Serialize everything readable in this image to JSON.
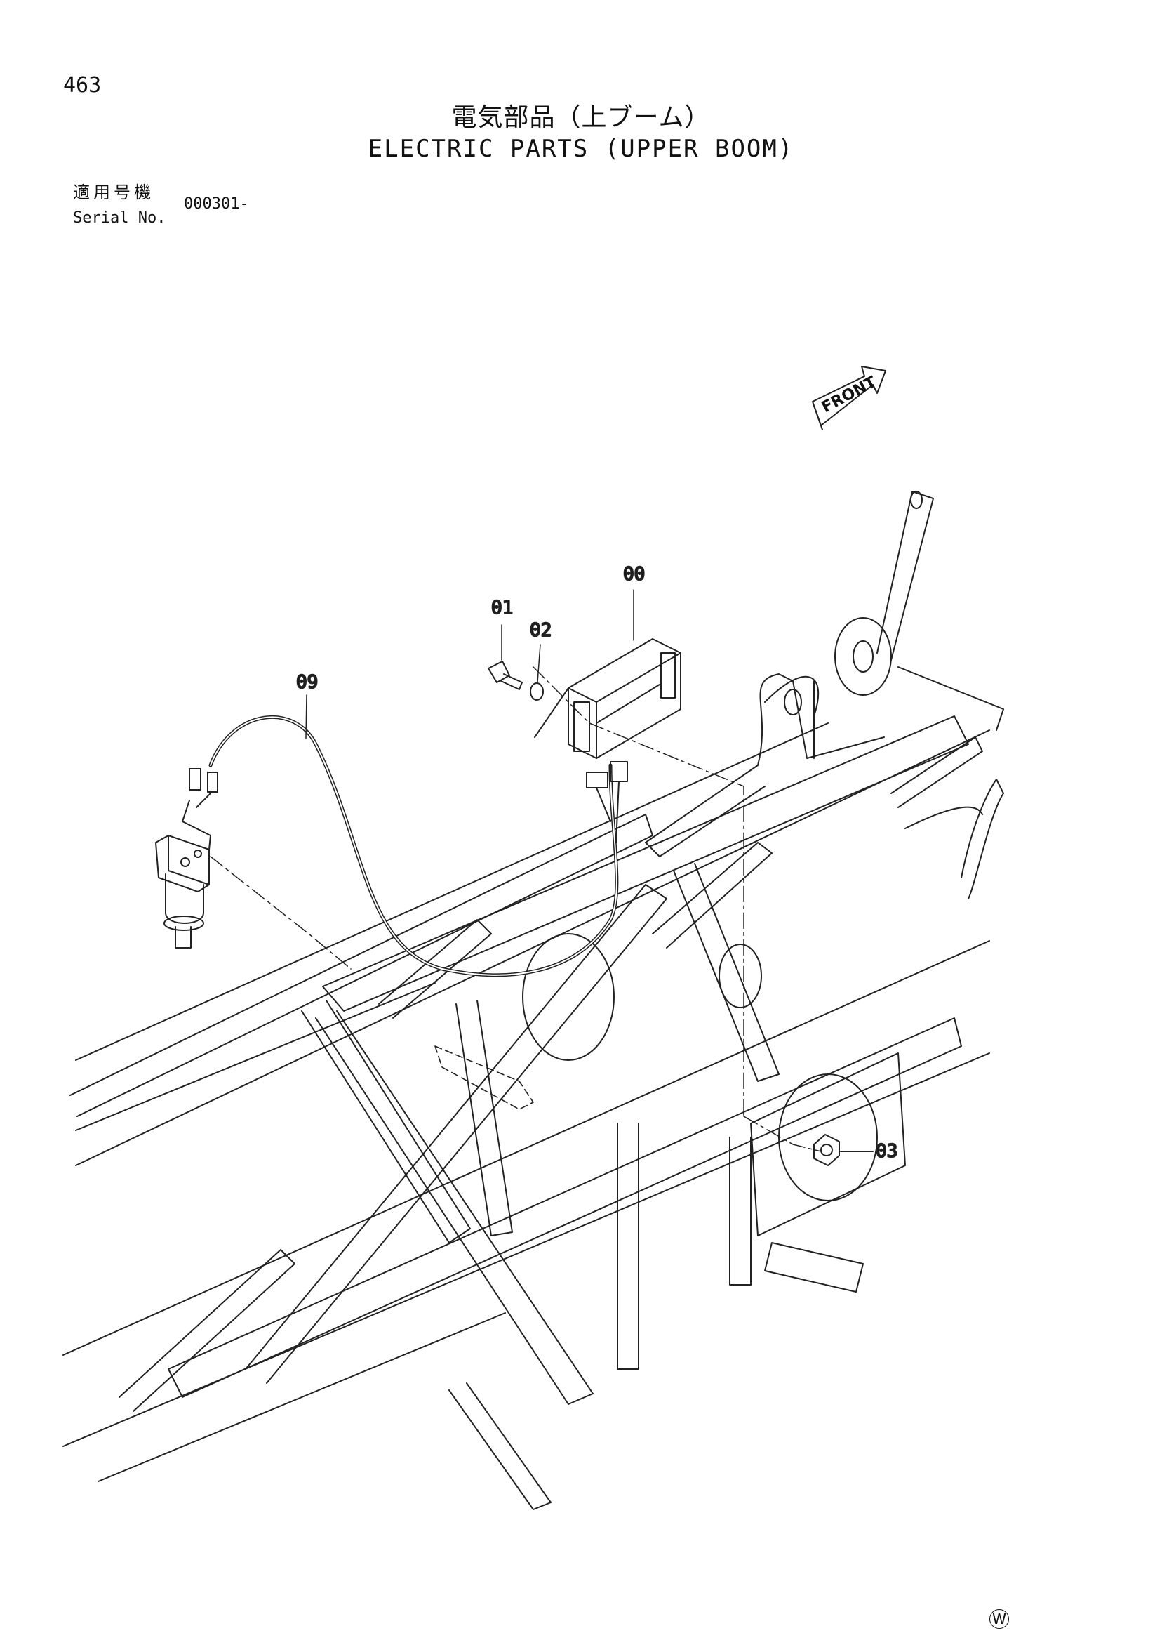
{
  "page_number": "463",
  "title": {
    "japanese": "電気部品（上ブーム）",
    "english": "ELECTRIC PARTS (UPPER BOOM)"
  },
  "serial": {
    "label_jp": "適用号機",
    "label_en": "Serial No.",
    "value": "000301-"
  },
  "diagram": {
    "front_label": "FRONT",
    "callouts": [
      "00",
      "01",
      "02",
      "09",
      "03"
    ]
  },
  "watermark": "W"
}
